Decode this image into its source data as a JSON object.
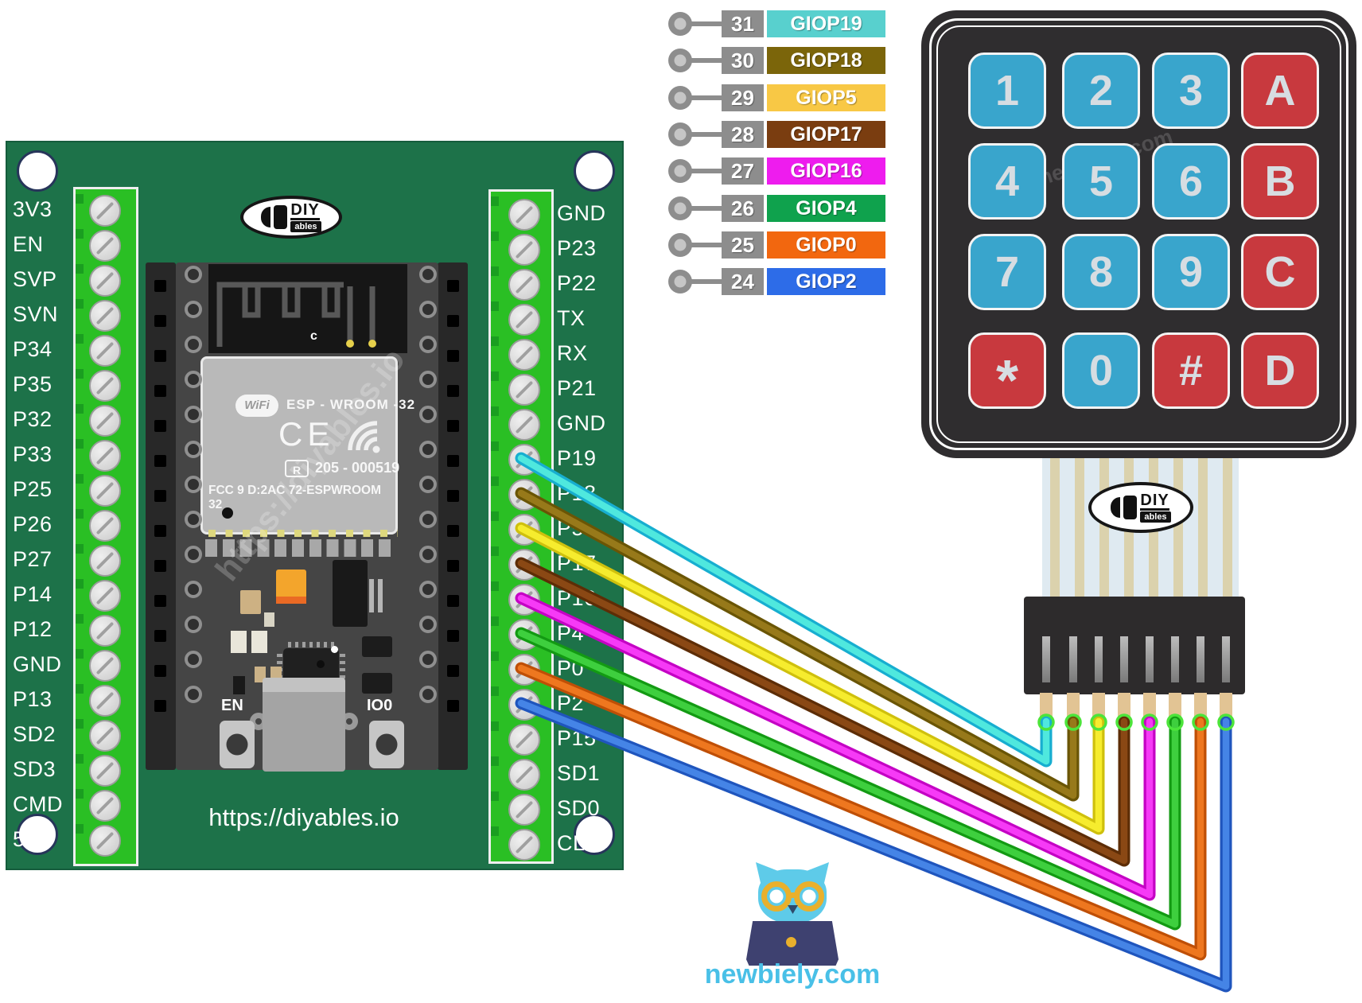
{
  "legend": {
    "rows": [
      {
        "pin": "31",
        "gpio": "GIOP19",
        "color": "#58d0ce"
      },
      {
        "pin": "30",
        "gpio": "GIOP18",
        "color": "#7b650a"
      },
      {
        "pin": "29",
        "gpio": "GIOP5",
        "color": "#f8c845"
      },
      {
        "pin": "28",
        "gpio": "GIOP17",
        "color": "#7a3d10"
      },
      {
        "pin": "27",
        "gpio": "GIOP16",
        "color": "#ee1cee"
      },
      {
        "pin": "26",
        "gpio": "GIOP4",
        "color": "#0fa24d"
      },
      {
        "pin": "25",
        "gpio": "GIOP0",
        "color": "#f2670f"
      },
      {
        "pin": "24",
        "gpio": "GIOP2",
        "color": "#2d6ce8"
      }
    ]
  },
  "board": {
    "url_text": "https://diyables.io",
    "watermark": "https://diyables.io",
    "left_pins": [
      "3V3",
      "EN",
      "SVP",
      "SVN",
      "P34",
      "P35",
      "P32",
      "P33",
      "P25",
      "P26",
      "P27",
      "P14",
      "P12",
      "GND",
      "P13",
      "SD2",
      "SD3",
      "CMD",
      "5V"
    ],
    "right_pins": [
      "GND",
      "P23",
      "P22",
      "TX",
      "RX",
      "P21",
      "GND",
      "P19",
      "P18",
      "P5",
      "P17",
      "P16",
      "P4",
      "P0",
      "P2",
      "P15",
      "SD1",
      "SD0",
      "CLK"
    ],
    "module": {
      "wifi_label": "WiFi",
      "title": "ESP - WROOM -32",
      "r_label": "R",
      "reg_number": "205 - 000519",
      "fcc": "FCC 9 D:2AC 72-ESPWROOM 32",
      "antenna_label": "c",
      "en_label": "EN",
      "io0_label": "IO0"
    },
    "logo": {
      "diy": "DIY",
      "ables": "ables"
    }
  },
  "keypad": {
    "watermark": "newbiely.com",
    "logo": {
      "diy": "DIY",
      "ables": "ables"
    },
    "keys": [
      {
        "label": "1",
        "color": "blue"
      },
      {
        "label": "2",
        "color": "blue"
      },
      {
        "label": "3",
        "color": "blue"
      },
      {
        "label": "A",
        "color": "red"
      },
      {
        "label": "4",
        "color": "blue"
      },
      {
        "label": "5",
        "color": "blue"
      },
      {
        "label": "6",
        "color": "blue"
      },
      {
        "label": "B",
        "color": "red"
      },
      {
        "label": "7",
        "color": "blue"
      },
      {
        "label": "8",
        "color": "blue"
      },
      {
        "label": "9",
        "color": "blue"
      },
      {
        "label": "C",
        "color": "red"
      },
      {
        "label": "*",
        "color": "red"
      },
      {
        "label": "0",
        "color": "blue"
      },
      {
        "label": "#",
        "color": "red"
      },
      {
        "label": "D",
        "color": "red"
      }
    ]
  },
  "connector": {
    "pin_count": 8,
    "ring_color": "#4ce43a"
  },
  "wires": [
    {
      "esp_pin": "P19",
      "keypad_pin": "31",
      "gpio": "GIOP19",
      "outer": "#17aed0",
      "inner": "#4fe8de"
    },
    {
      "esp_pin": "P18",
      "keypad_pin": "30",
      "gpio": "GIOP18",
      "outer": "#6a5505",
      "inner": "#97791a"
    },
    {
      "esp_pin": "P5",
      "keypad_pin": "29",
      "gpio": "GIOP5",
      "outer": "#cfc00d",
      "inner": "#f6ec2e"
    },
    {
      "esp_pin": "P17",
      "keypad_pin": "28",
      "gpio": "GIOP17",
      "outer": "#5d2d06",
      "inner": "#8a4814"
    },
    {
      "esp_pin": "P16",
      "keypad_pin": "27",
      "gpio": "GIOP16",
      "outer": "#c403c4",
      "inner": "#f63af6"
    },
    {
      "esp_pin": "P4",
      "keypad_pin": "26",
      "gpio": "GIOP4",
      "outer": "#139a13",
      "inner": "#3ecf3e"
    },
    {
      "esp_pin": "P0",
      "keypad_pin": "25",
      "gpio": "GIOP0",
      "outer": "#bf4f06",
      "inner": "#ee771f"
    },
    {
      "esp_pin": "P2",
      "keypad_pin": "24",
      "gpio": "GIOP2",
      "outer": "#1f55bd",
      "inner": "#4584e6"
    }
  ],
  "footer": {
    "brand": "newbiely.com"
  }
}
